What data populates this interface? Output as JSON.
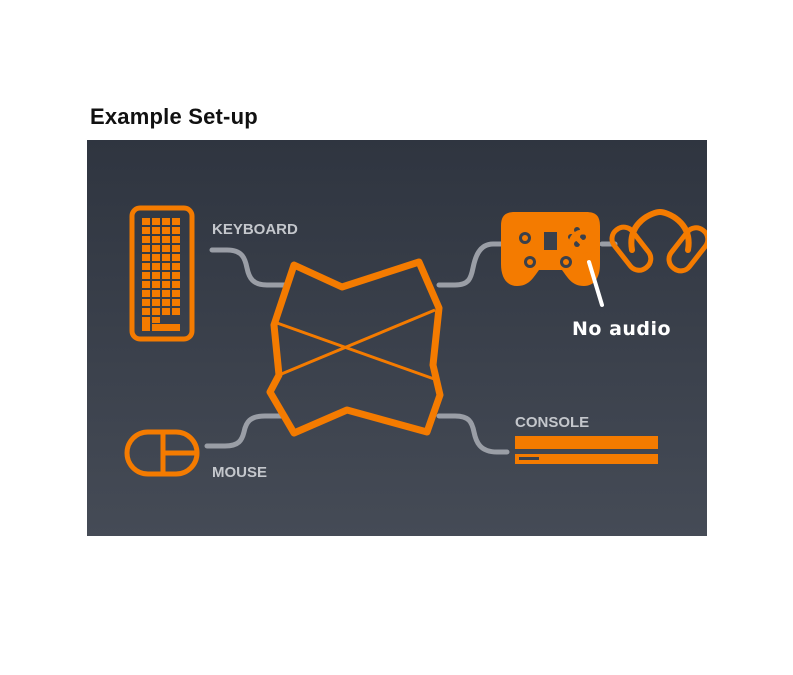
{
  "title": "Example Set-up",
  "diagram": {
    "labels": {
      "keyboard": "KEYBOARD",
      "mouse": "MOUSE",
      "console": "CONSOLE",
      "no_audio": "No audio"
    }
  },
  "colors": {
    "background_top": "#2f3540",
    "background_bottom": "#454b56",
    "accent": "#f47b00",
    "connector": "#9a9ea6",
    "label": "#c4c7cc",
    "note": "#ffffff"
  },
  "icons": [
    "keyboard-icon",
    "mouse-icon",
    "adapter-hub-icon",
    "controller-icon",
    "no-audio-icon",
    "headset-icon",
    "console-icon"
  ]
}
